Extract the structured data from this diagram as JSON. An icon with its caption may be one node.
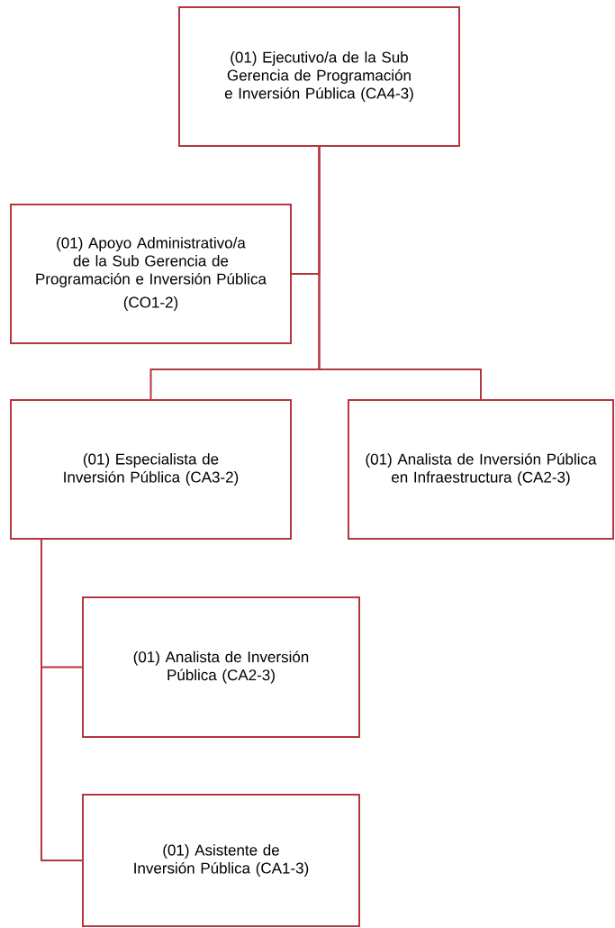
{
  "diagram": {
    "nodes": [
      {
        "text": [
          "(01) Ejecutivo/a de la Sub Gerencia de Programación e Inversión Pública (CA4-3)"
        ]
      },
      {
        "text": [
          "(01) Apoyo Administrativo/a de la Sub Gerencia de Programación e Inversión Pública",
          "(CO1-2)"
        ]
      },
      {
        "text": [
          "(01) Especialista de Inversión Pública (CA3-2)"
        ]
      },
      {
        "text": [
          "(01) Analista de Inversión Pública en Infraestructura (CA2-3)"
        ]
      },
      {
        "text": [
          "(01) Analista de Inversión Pública (CA2-3)"
        ]
      },
      {
        "text": [
          "(01) Asistente de Inversión Pública (CA1-3)"
        ]
      }
    ],
    "edges": [
      {
        "from": 0,
        "to": 1,
        "arrow": "none"
      },
      {
        "from": 0,
        "to": 2,
        "arrow": "none"
      },
      {
        "from": 0,
        "to": 3,
        "arrow": "none"
      },
      {
        "from": 2,
        "to": 4,
        "arrow": "none"
      },
      {
        "from": 2,
        "to": 5,
        "arrow": "none"
      }
    ]
  }
}
